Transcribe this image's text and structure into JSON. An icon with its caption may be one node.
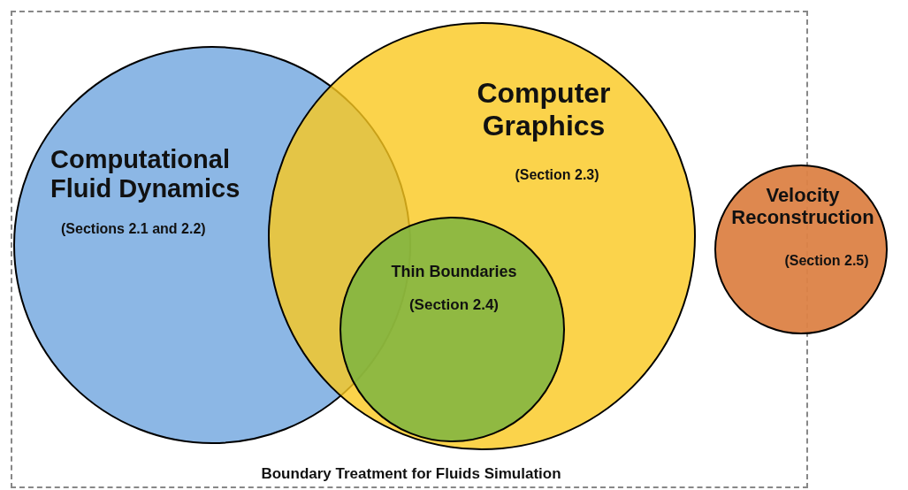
{
  "diagram": {
    "nodes": [
      {
        "text": [
          "Boundary Treatment for Fluids Simulation"
        ]
      },
      {
        "text": [
          "Computational Fluid Dynamics",
          "(Sections 2.1 and 2.2)"
        ],
        "in": 0
      },
      {
        "text": [
          "Computer Graphics",
          "(Section 2.3)"
        ],
        "in": 0
      },
      {
        "text": [
          "Thin Boundaries",
          "(Section 2.4)"
        ],
        "in": 2
      },
      {
        "text": [
          "Velocity Reconstruction",
          "(Section 2.5)"
        ]
      }
    ],
    "edges": []
  }
}
